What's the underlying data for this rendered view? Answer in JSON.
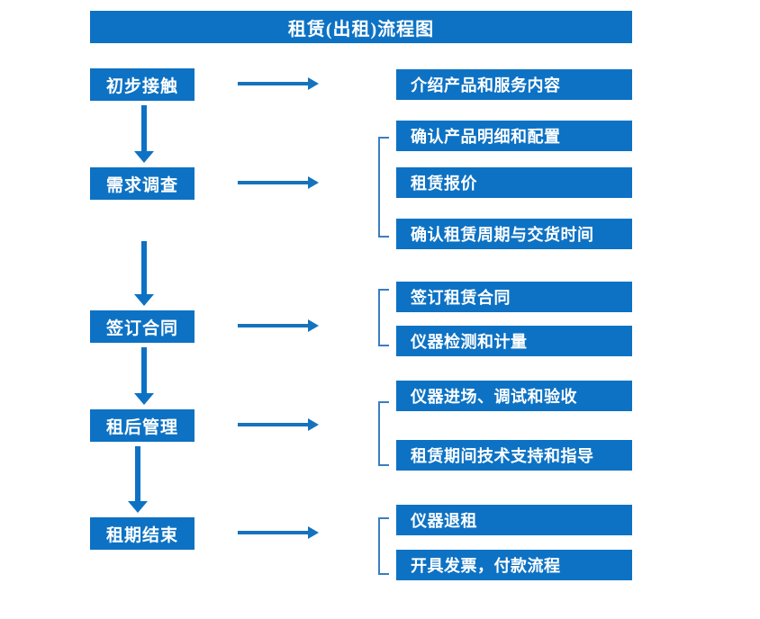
{
  "chart_title": "租赁(出租)流程图",
  "colors": {
    "box_blue": "#0d72c4",
    "arrow_blue": "#1573bd",
    "bracket_blue": "#3a7ebf",
    "text_white": "#ffffff",
    "background": "#ffffff"
  },
  "stages": [
    {
      "id": "initial-contact",
      "label": "初步接触"
    },
    {
      "id": "needs-survey",
      "label": "需求调查"
    },
    {
      "id": "sign-contract",
      "label": "签订合同"
    },
    {
      "id": "post-rental-management",
      "label": "租后管理"
    },
    {
      "id": "lease-end",
      "label": "租期结束"
    }
  ],
  "details": [
    {
      "id": "detail-1-1",
      "label": "介绍产品和服务内容"
    },
    {
      "id": "detail-2-1",
      "label": "确认产品明细和配置"
    },
    {
      "id": "detail-2-2",
      "label": "租赁报价"
    },
    {
      "id": "detail-2-3",
      "label": "确认租赁周期与交货时间"
    },
    {
      "id": "detail-3-1",
      "label": "签订租赁合同"
    },
    {
      "id": "detail-3-2",
      "label": "仪器检测和计量"
    },
    {
      "id": "detail-4-1",
      "label": "仪器进场、调试和验收"
    },
    {
      "id": "detail-4-2",
      "label": "租赁期间技术支持和指导"
    },
    {
      "id": "detail-5-1",
      "label": "仪器退租"
    },
    {
      "id": "detail-5-2",
      "label": "开具发票，付款流程"
    }
  ]
}
